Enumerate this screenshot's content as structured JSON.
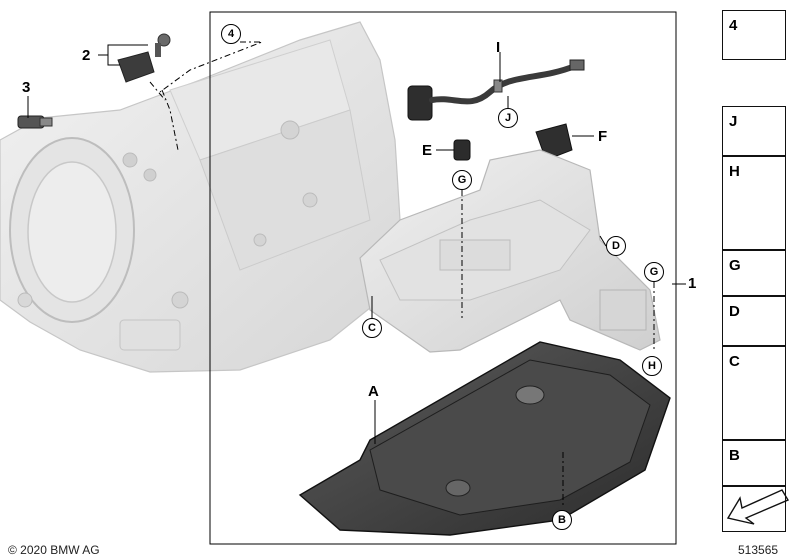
{
  "callouts": {
    "part_1": "1",
    "part_2": "2",
    "part_3": "3",
    "part_4_circle": "4",
    "label_I": "I",
    "label_J_circle": "J",
    "label_E": "E",
    "label_F": "F",
    "label_G_circle_top": "G",
    "label_D_circle": "D",
    "label_G_circle_right": "G",
    "label_C_circle": "C",
    "label_H_circle": "H",
    "label_A": "A",
    "label_B_circle": "B"
  },
  "sidebar": {
    "items": [
      {
        "label": "4"
      },
      {
        "label": "J"
      },
      {
        "label": "H"
      },
      {
        "label": "G"
      },
      {
        "label": "D"
      },
      {
        "label": "C"
      },
      {
        "label": "B"
      }
    ]
  },
  "footer": {
    "copyright": "© 2020 BMW AG",
    "diagram_number": "513565"
  }
}
